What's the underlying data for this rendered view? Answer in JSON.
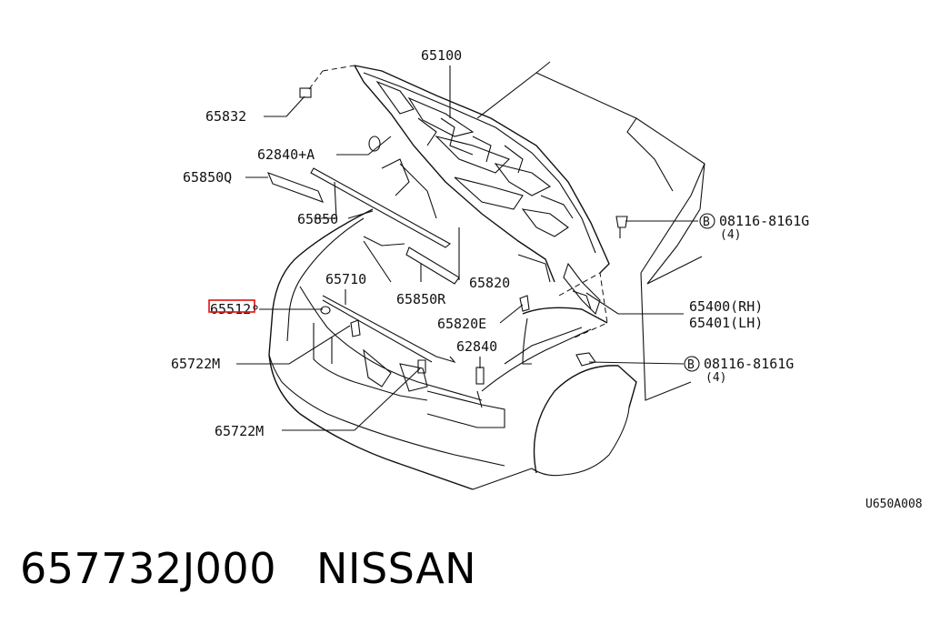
{
  "diagram": {
    "labels": {
      "p65100": "65100",
      "p65832": "65832",
      "p62840a": "62840+A",
      "p65850q": "65850Q",
      "p65850": "65850",
      "p65710": "65710",
      "p65850r": "65850R",
      "p65820": "65820",
      "p65820e": "65820E",
      "p62840": "62840",
      "p65722m_a": "65722M",
      "p65722m_b": "65722M",
      "p65512": "65512",
      "p65400": "65400(RH)",
      "p65401": "65401(LH)",
      "bolt_top": "08116-8161G",
      "bolt_top_qty": "(4)",
      "bolt_bottom": "08116-8161G",
      "bolt_bottom_qty": "(4)",
      "bolt_symbol": "B",
      "ref_code": "U650A008"
    }
  },
  "caption": {
    "part_number": "657732J000",
    "brand": "NISSAN"
  },
  "colors": {
    "line": "#111111",
    "highlight": "#e01010"
  }
}
